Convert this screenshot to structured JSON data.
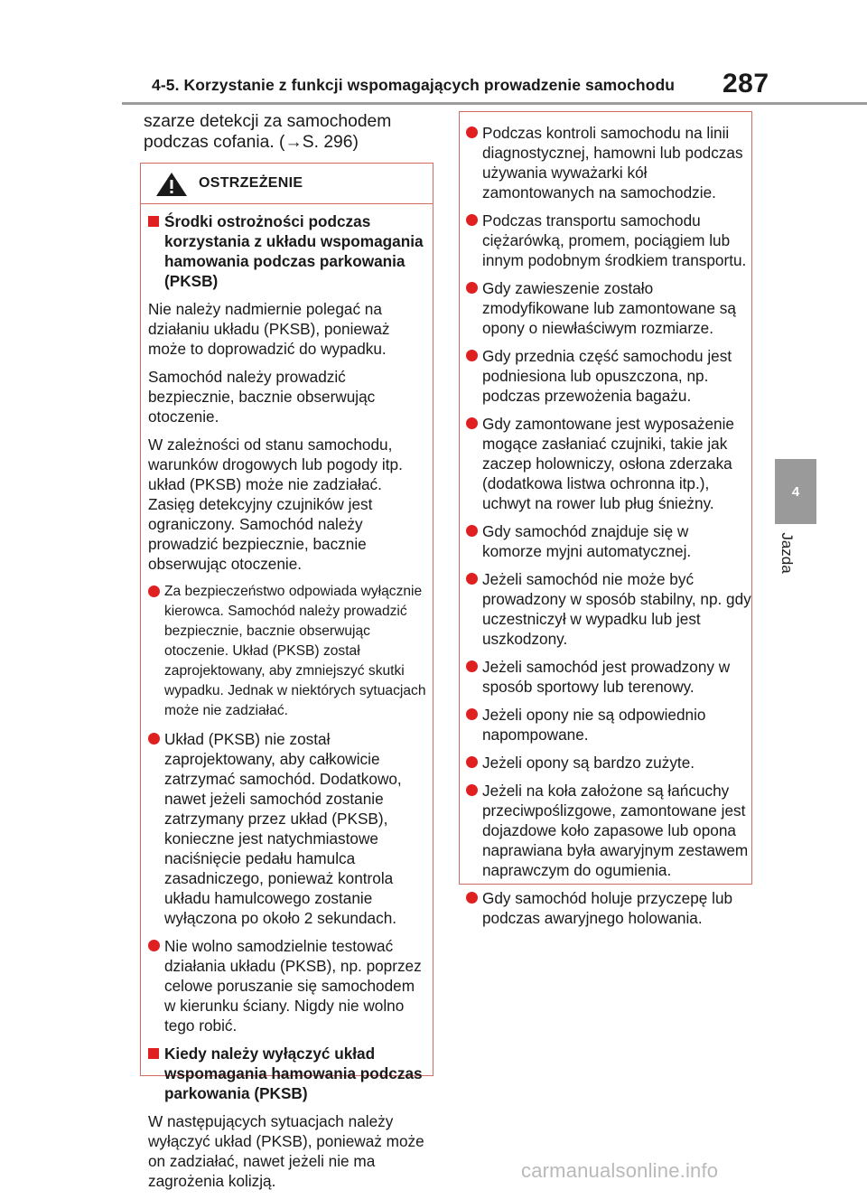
{
  "header": {
    "title": "4-5. Korzystanie z funkcji wspomagających prowadzenie samochodu",
    "page_number": "287"
  },
  "side_tab": {
    "number": "4",
    "label": "Jazda"
  },
  "lead_text": "szarze detekcji za samochodem podczas cofania. (→S. 296)",
  "warning": {
    "title": "OSTRZEŻENIE",
    "icon": "warning-triangle-icon",
    "section1_heading": "Środki ostrożności podczas korzystania z układu wspomagania hamowania podczas parkowania (PKSB)",
    "paragraphs": [
      "Nie należy nadmiernie polegać na działaniu układu (PKSB), ponieważ może to doprowadzić do wypadku.",
      "Samochód należy prowadzić bezpiecznie, bacznie obserwując otoczenie.",
      "W zależności od stanu samochodu, warunków drogowych lub pogody itp. układ (PKSB) może nie zadziałać. Zasięg detekcyjny czujników jest ograniczony. Samochód należy prowadzić bezpiecznie, bacznie obserwując otoczenie."
    ],
    "bullets": [
      "Za bezpieczeństwo odpowiada wyłącznie kierowca. Samochód należy prowadzić bezpiecznie, bacznie obserwując otoczenie. Układ (PKSB) został zaprojektowany, aby zmniejszyć skutki wypadku. Jednak w niektórych sytuacjach może nie zadziałać.",
      "Układ (PKSB) nie został zaprojektowany, aby całkowicie zatrzymać samochód. Dodatkowo, nawet jeżeli samochód zostanie zatrzymany przez układ (PKSB), konieczne jest natychmiastowe naciśnięcie pedału hamulca zasadniczego, ponieważ kontrola układu hamulcowego zostanie wyłączona po około 2 sekundach.",
      "Nie wolno samodzielnie testować działania układu (PKSB), np. poprzez celowe poruszanie się samochodem w kierunku ściany. Nigdy nie wolno tego robić."
    ],
    "section2_heading": "Kiedy należy wyłączyć układ wspomagania hamowania podczas parkowania (PKSB)",
    "section2_text": "W następujących sytuacjach należy wyłączyć układ (PKSB), ponieważ może on zadziałać, nawet jeżeli nie ma zagrożenia kolizją."
  },
  "right_bullets": [
    "Podczas kontroli samochodu na linii diagnostycznej, hamowni lub podczas używania wyważarki kół zamontowanych na samochodzie.",
    "Podczas transportu samochodu ciężarówką, promem, pociągiem lub innym podobnym środkiem transportu.",
    "Gdy zawieszenie zostało zmodyfikowane lub zamontowane są opony o niewłaściwym rozmiarze.",
    "Gdy przednia część samochodu jest podniesiona lub opuszczona, np. podczas przewożenia bagażu.",
    "Gdy zamontowane jest wyposażenie mogące zasłaniać czujniki, takie jak zaczep holowniczy, osłona zderzaka (dodatkowa listwa ochronna itp.), uchwyt na rower lub pług śnieżny.",
    "Gdy samochód znajduje się w komorze myjni automatycznej.",
    "Jeżeli samochód nie może być prowadzony w sposób stabilny, np. gdy uczestniczył w wypadku lub jest uszkodzony.",
    "Jeżeli samochód jest prowadzony w sposób sportowy lub terenowy.",
    "Jeżeli opony nie są odpowiednio napompowane.",
    "Jeżeli opony są bardzo zużyte.",
    "Jeżeli na koła założone są łańcuchy przeciwpoślizgowe, zamontowane jest dojazdowe koło zapasowe lub opona naprawiana była awaryjnym zestawem naprawczym do ogumienia.",
    "Gdy samochód holuje przyczepę lub podczas awaryjnego holowania."
  ],
  "watermark": "carmanualsonline.info",
  "colors": {
    "accent": "#e02020",
    "frame": "#d26b64",
    "tab": "#9a9a9a"
  }
}
